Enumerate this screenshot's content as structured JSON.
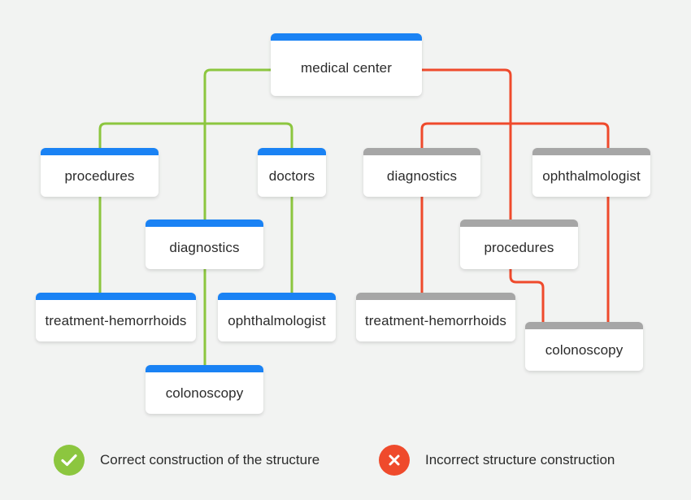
{
  "colors": {
    "correct": "#8cc63f",
    "incorrect": "#ef4a2c",
    "node_header_correct": "#1a82f4",
    "node_header_incorrect": "#a6a6a6"
  },
  "diagram": {
    "root": "medical center",
    "correct": {
      "procedures": "procedures",
      "doctors": "doctors",
      "diagnostics": "diagnostics",
      "treatment": "treatment-hemorrhoids",
      "ophthalmologist": "ophthalmologist",
      "colonoscopy": "colonoscopy"
    },
    "incorrect": {
      "diagnostics": "diagnostics",
      "ophthalmologist": "ophthalmologist",
      "procedures": "procedures",
      "treatment": "treatment-hemorrhoids",
      "colonoscopy": "colonoscopy"
    }
  },
  "legend": {
    "correct_label": "Correct construction of the structure",
    "correct_icon": "check-icon",
    "incorrect_label": "Incorrect structure construction",
    "incorrect_icon": "cross-icon"
  }
}
